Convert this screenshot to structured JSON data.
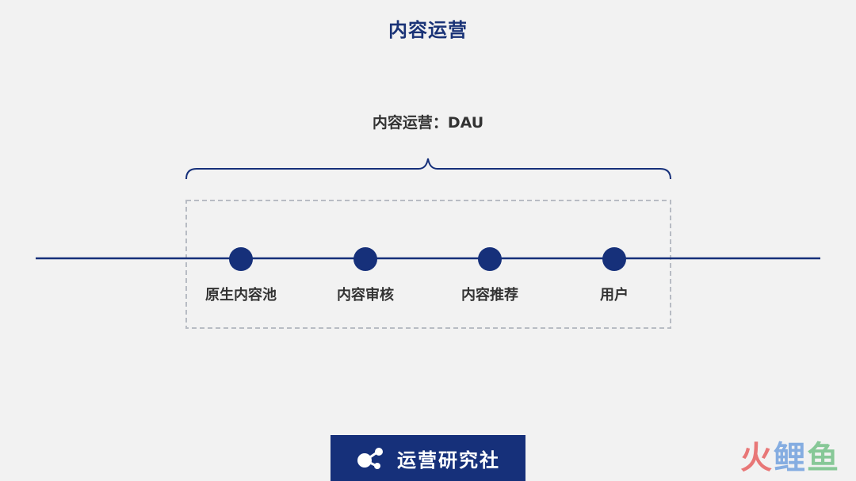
{
  "title": "内容运营",
  "subtitle": "内容运营：DAU",
  "nodes": [
    {
      "label": "原生内容池"
    },
    {
      "label": "内容审核"
    },
    {
      "label": "内容推荐"
    },
    {
      "label": "用户"
    }
  ],
  "brand": {
    "text": "运营研究社"
  },
  "watermark": {
    "chars": [
      "火",
      "鲤",
      "鱼"
    ]
  },
  "colors": {
    "primary": "#16307a",
    "text": "#333333",
    "dashed_border": "#b8bcc4",
    "background": "#f2f2f2"
  }
}
